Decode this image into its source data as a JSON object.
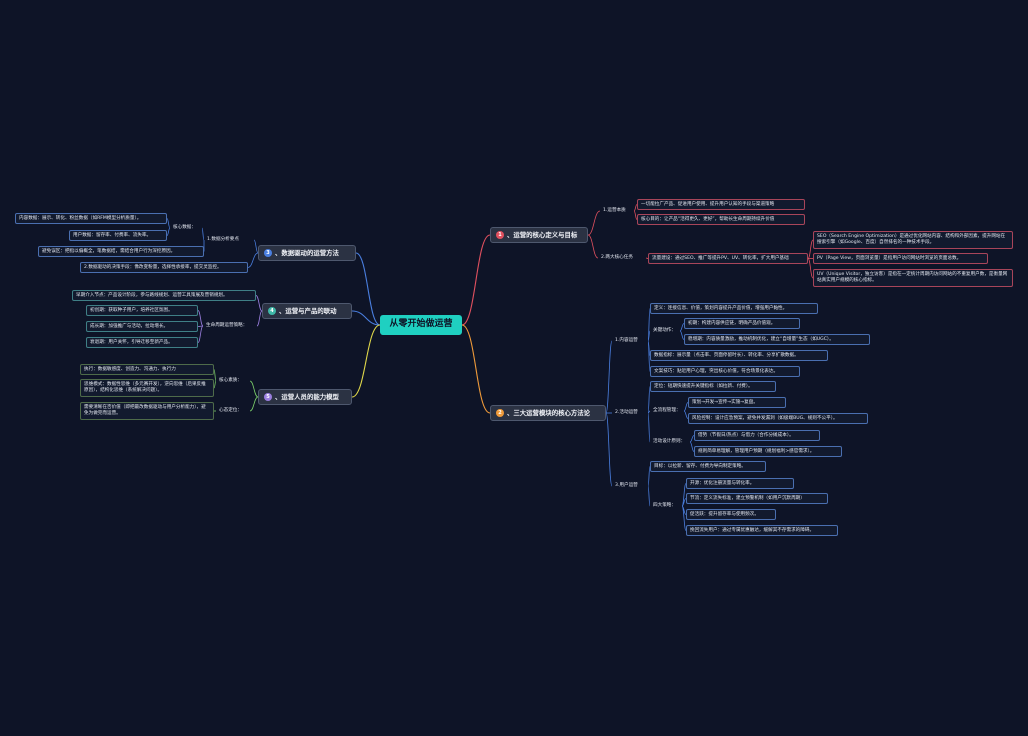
{
  "colors": {
    "background": "#0e1427",
    "root": "#1fd0c1",
    "branch_red": "#e0505f",
    "branch_orange": "#ef9a3a",
    "branch_blue": "#4a7fe0",
    "branch_green": "#7bcf6a",
    "branch_purple": "#9b7fe0",
    "branch_yellow": "#e0d84a"
  },
  "root": {
    "label": "从零开始做运营"
  },
  "branches": {
    "b1": {
      "badge": "1",
      "label": "、运营的核心定义与目标"
    },
    "b2": {
      "badge": "2",
      "label": "、三大运营模块的核心方法论"
    },
    "b3": {
      "badge": "3",
      "label": "、数据驱动的运营方法"
    },
    "b4": {
      "badge": "4",
      "label": "、运营与产品的联动"
    },
    "b5": {
      "badge": "5",
      "label": "、运营人员的能力模型"
    }
  },
  "b1": {
    "essence": {
      "label": "1.运营本质",
      "items": [
        "一切能拉广产品、促进用户使用、提升用户认知的手段与渠道策略",
        "核心目的：让产品“活得更久、更好”，帮助长生命周期持续升价值"
      ]
    },
    "tasks": {
      "label": "2.两大核心任务",
      "flow": "流量建设：通过SEO、推广等提升PV、UV、转化率，扩大用户基础",
      "details": [
        "SEO（Search Engine Optimization）是通过优化网站内容、结构和外部因素，提升网站在搜索引擎（如Google、百度）自然排名的一种技术手段。",
        "PV（Page View，页面浏览量）是指用户访问网站时浏览的页面总数。",
        "UV（Unique Visitor，独立访客）是指在一定统计周期内访问网站的不重复用户数，是衡量网站真实用户规模的核心指标。"
      ]
    }
  },
  "b2": {
    "content": {
      "label": "1.内容运营",
      "definition": "定义：连接信息、价值，策划内容提升产品价值，增强用户黏性。",
      "key_actions_label": "关键动作：",
      "key_actions": [
        "初期：构建内容供应链，明确产品价值观。",
        "稳增期：内容质量激励，推动机制优化，建立“自增量”生态（如UGC）。"
      ],
      "metrics": "数据指标：展示量（点击率、页面停留时长）、转化率、分享扩散数据。",
      "copywriting": "文案技巧：贴近用户心理，突出核心价值，符合场景化表达。"
    },
    "activity": {
      "label": "2.活动运营",
      "positioning": "定位：短期快速提升关键指标（如拉新、付费）。",
      "process_label": "全流程管理：",
      "process": [
        "策划→开发→宣传→实施→复盘。",
        "风险控制：设计应急预案，避免并发漏洞（如极端BUG、规则不公平）。"
      ],
      "design_label": "活动设计原则：",
      "design": [
        "借势（节假日/热点）与借力（合作分摊成本）。",
        "规则简单易理解，管理用户预期（规划福利>感官需求）。"
      ]
    },
    "user": {
      "label": "3.用户运营",
      "goal": "目标：以拉新、留存、付费为导向制定策略。",
      "strategies_label": "四大策略：",
      "strategies": [
        "开源：优化注册流量与转化率。",
        "节流：定义流失标准，建立预警机制（如用户沉默周期）",
        "促活跃：提升留存率与使用频次。",
        "挽回流失用户：通过专属优惠触达，缓解其不存需求的障碍。"
      ]
    }
  },
  "b3": {
    "core_data_label": "核心数据：",
    "core_data": [
      "内容数据：展示、转化、粉丝数据（如RFM模型分析质量）。",
      "用户数据：留存率、付费率、流失率。"
    ],
    "analysis_label": "1.数据分析要点",
    "avoid": "避免误区：把指以偏概全，笔数据结，需结合用户行为深挖原因。",
    "decision": "2.数据驱动的决策手段：像改变粉量，选择性承接率，提交灵监控。"
  },
  "b4": {
    "early": "早期介入节点：产品设计阶段，参与路线规划、运营工具策展及营销规划。",
    "lifecycle_label": "生命周期运营策略：",
    "lifecycle": [
      "初创期：获取种子用户，培养社区氛围。",
      "成长期：加强推广与活动，拉动增长。",
      "衰退期：用户关怀，引导迁移至新产品。"
    ]
  },
  "b5": {
    "core_skills_label": "核心素质：",
    "core_skills": [
      "执行：数据敏感度、创造力、沟通力、执行力",
      "思维模式：数据性思维（多元赛开发），逆向思维（后果反推原因），结构化思维（系统解决问题）。"
    ],
    "mindset_label": "心态定位：",
    "mindset": "需要清晰在否价值（即把最改数据驱动与用户分析能力），避免为做完而运营。"
  }
}
